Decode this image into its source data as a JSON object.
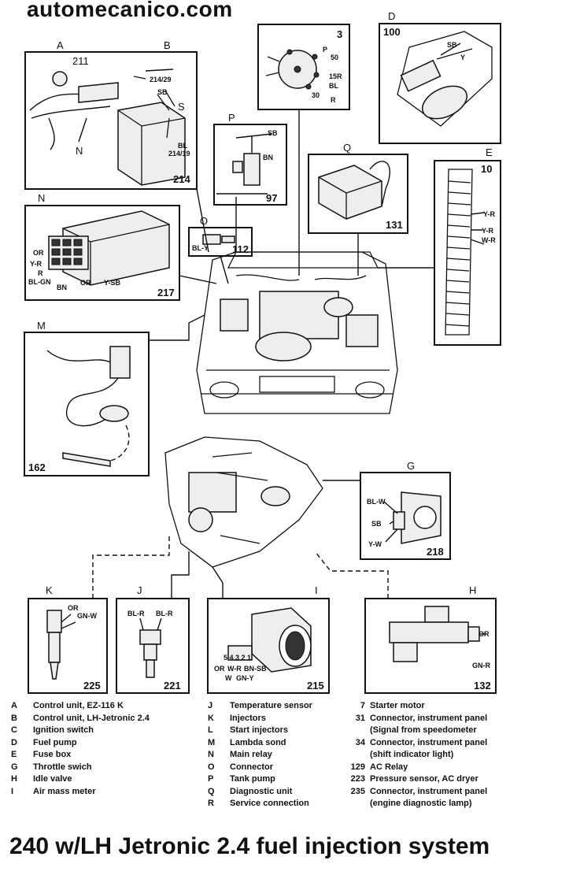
{
  "site": {
    "title": "automecanico.com"
  },
  "panels": {
    "A": {
      "letter": "A"
    },
    "B": {
      "letter": "B",
      "labels": [
        "211",
        "214/29",
        "SB",
        "S",
        "BL",
        "214/19",
        "214"
      ]
    },
    "N": {
      "letter": "N",
      "number": "217",
      "wires": [
        "OR",
        "Y-R",
        "R",
        "BL-GN",
        "BN",
        "OR",
        "Y-SB"
      ]
    },
    "N_inline": {
      "letter": "N"
    },
    "P": {
      "letter": "P",
      "number": "97",
      "wires": [
        "SB",
        "BN"
      ]
    },
    "O": {
      "letter": "O",
      "number": "112",
      "wires": [
        "BL-Y"
      ]
    },
    "three": {
      "letter": "3",
      "labels": [
        "50",
        "P",
        "15R",
        "BL",
        "30",
        "R"
      ]
    },
    "D": {
      "letter": "D",
      "number": "100",
      "wires": [
        "SB",
        "Y"
      ]
    },
    "Q": {
      "letter": "Q",
      "number": "131"
    },
    "E": {
      "letter": "E",
      "number": "10",
      "wires": [
        "Y-R",
        "Y-R",
        "W-R"
      ]
    },
    "M": {
      "letter": "M",
      "number": "162"
    },
    "G": {
      "letter": "G",
      "number": "218",
      "wires": [
        "BL-W",
        "SB",
        "Y-W"
      ]
    },
    "K": {
      "letter": "K",
      "number": "225",
      "wires": [
        "OR",
        "GN-W"
      ]
    },
    "J": {
      "letter": "J",
      "number": "221",
      "wires": [
        "BL-R",
        "BL-R"
      ]
    },
    "I": {
      "letter": "I",
      "number": "215",
      "pins": "5 4 3 2 1",
      "wires": [
        "OR",
        "W-R",
        "BN-SB",
        "W",
        "GN-Y"
      ]
    },
    "H": {
      "letter": "H",
      "number": "132",
      "wires": [
        "OR",
        "GN-R"
      ]
    }
  },
  "legend": {
    "col1": [
      {
        "key": "A",
        "text": "Control unit, EZ-116 K"
      },
      {
        "key": "B",
        "text": "Control unit, LH-Jetronic 2.4"
      },
      {
        "key": "C",
        "text": "Ignition switch"
      },
      {
        "key": "D",
        "text": "Fuel pump"
      },
      {
        "key": "E",
        "text": "Fuse box"
      },
      {
        "key": "G",
        "text": "Throttle swich"
      },
      {
        "key": "H",
        "text": "Idle valve"
      },
      {
        "key": "I",
        "text": "Air mass meter"
      }
    ],
    "col2": [
      {
        "key": "J",
        "text": "Temperature sensor"
      },
      {
        "key": "K",
        "text": "Injectors"
      },
      {
        "key": "L",
        "text": "Start injectors"
      },
      {
        "key": "M",
        "text": "Lambda sond"
      },
      {
        "key": "N",
        "text": "Main relay"
      },
      {
        "key": "O",
        "text": "Connector"
      },
      {
        "key": "P",
        "text": "Tank pump"
      },
      {
        "key": "Q",
        "text": "Diagnostic unit"
      },
      {
        "key": "R",
        "text": "Service connection"
      }
    ],
    "col3": [
      {
        "key": "7",
        "text": "Starter motor"
      },
      {
        "key": "31",
        "text": "Connector, instrument panel"
      },
      {
        "key": "",
        "text": "(Signal from speedometer"
      },
      {
        "key": "34",
        "text": "Connector, instrument panel"
      },
      {
        "key": "",
        "text": "(shift indicator light)"
      },
      {
        "key": "129",
        "text": "AC Relay"
      },
      {
        "key": "223",
        "text": "Pressure sensor, AC dryer"
      },
      {
        "key": "235",
        "text": "Connector, instrument panel"
      },
      {
        "key": "",
        "text": "(engine diagnostic lamp)"
      }
    ]
  },
  "caption": "240 w/LH Jetronic 2.4 fuel injection system"
}
